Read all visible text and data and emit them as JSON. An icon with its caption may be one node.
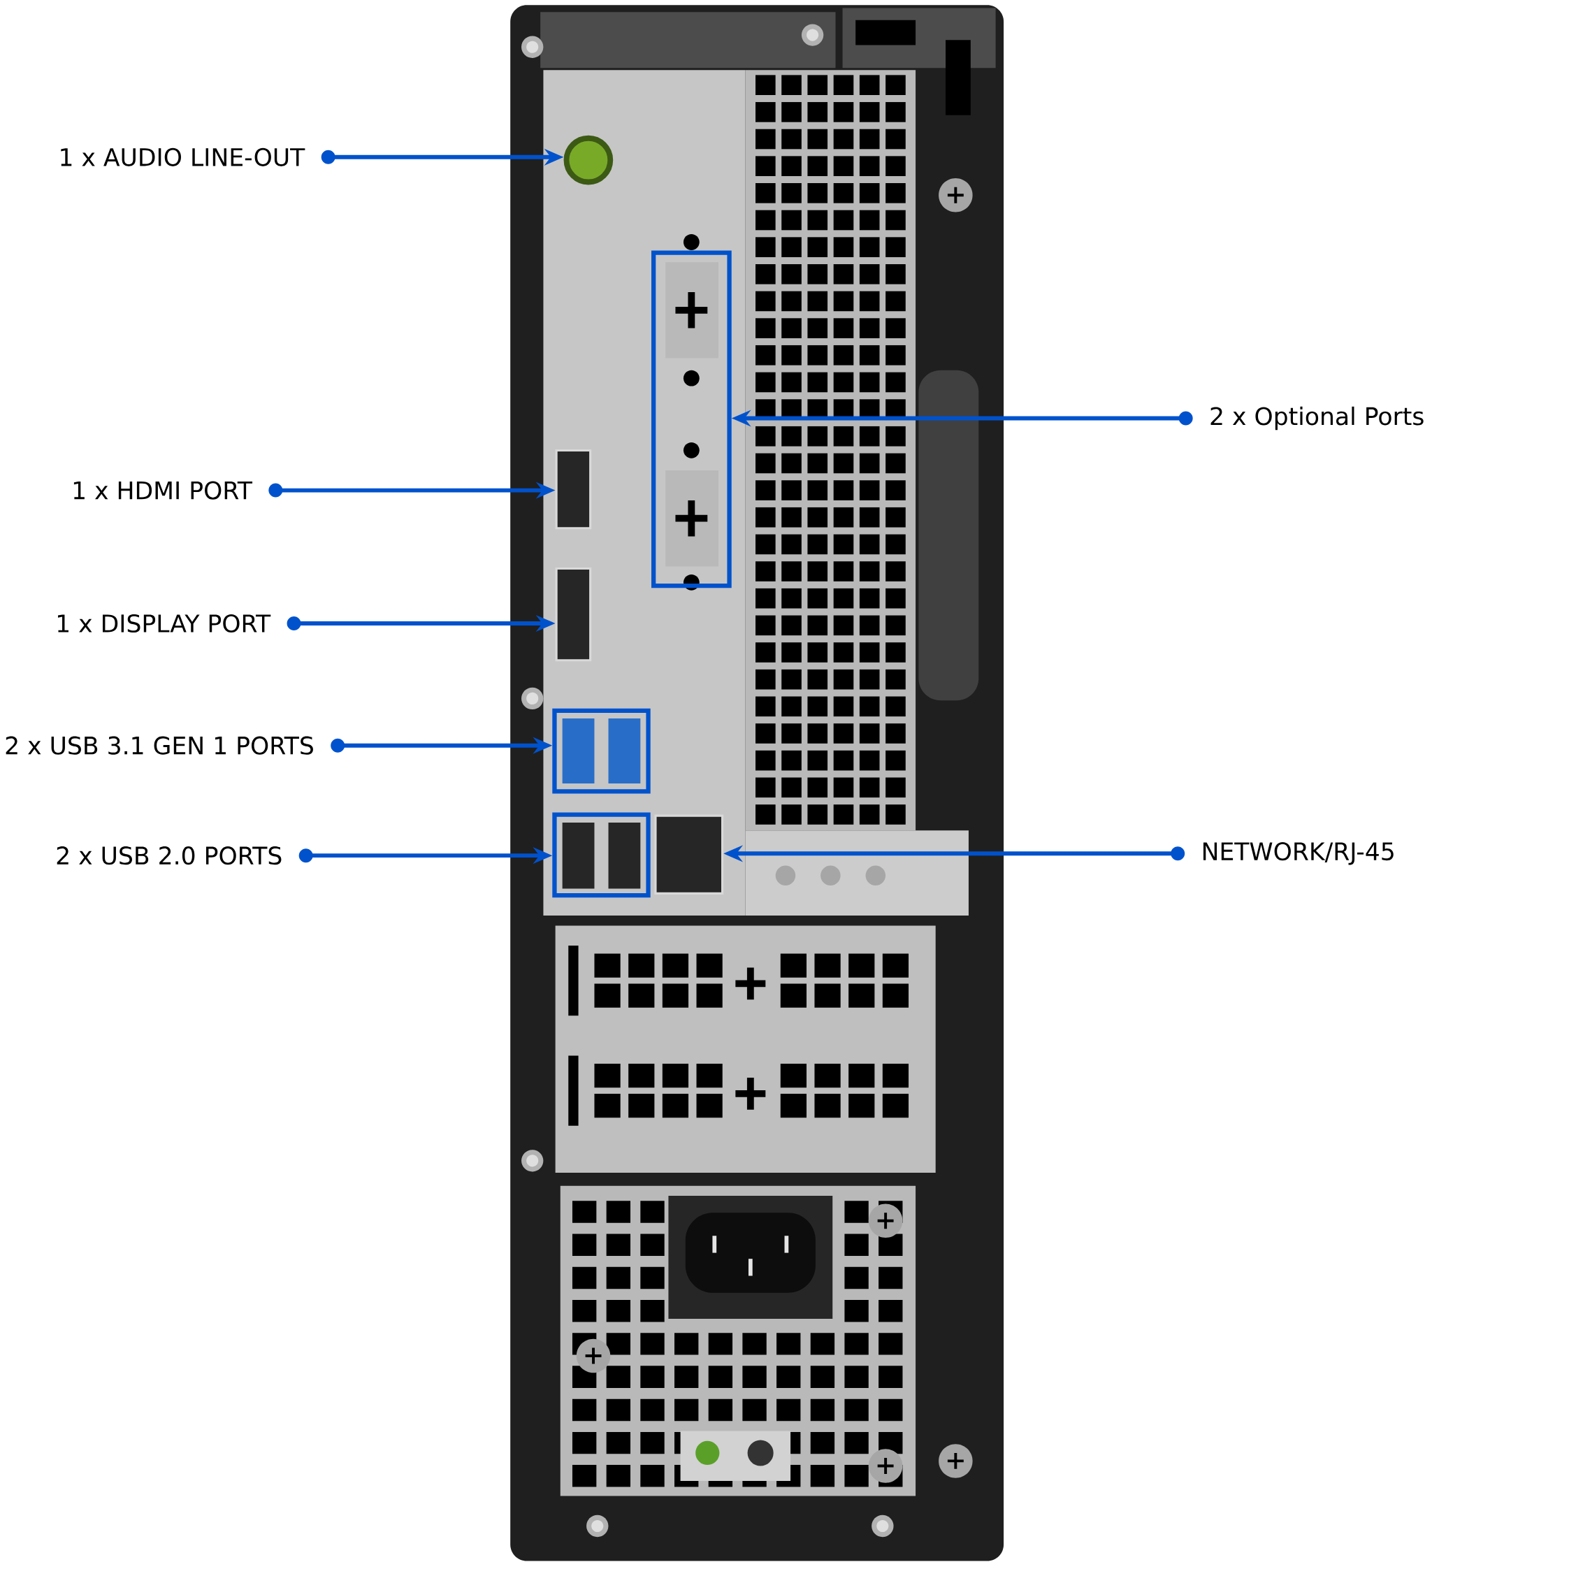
{
  "diagram": {
    "nodes": [
      {
        "text": [
          "1 x AUDIO LINE-OUT"
        ]
      },
      {
        "text": [
          "2 x Optional Ports"
        ]
      },
      {
        "text": [
          "1 x HDMI PORT"
        ]
      },
      {
        "text": [
          "1 x DISPLAY PORT"
        ]
      },
      {
        "text": [
          "2 x USB 3.1 GEN 1 PORTS"
        ]
      },
      {
        "text": [
          "2 x USB 2.0 PORTS"
        ]
      },
      {
        "text": [
          "NETWORK/RJ-45"
        ]
      },
      {
        "text": [],
        "shape": "circle"
      },
      {
        "text": [],
        "shape": "box"
      },
      {
        "text": [],
        "shape": "box"
      },
      {
        "text": [],
        "shape": "box"
      },
      {
        "text": [],
        "shape": "box"
      },
      {
        "text": [],
        "shape": "box"
      },
      {
        "text": [],
        "shape": "box"
      }
    ],
    "edges": [
      {
        "from": 0,
        "to": 7,
        "arrow": "to"
      },
      {
        "from": 1,
        "to": 8,
        "arrow": "to"
      },
      {
        "from": 2,
        "to": 9,
        "arrow": "to"
      },
      {
        "from": 3,
        "to": 10,
        "arrow": "to"
      },
      {
        "from": 4,
        "to": 11,
        "arrow": "to"
      },
      {
        "from": 5,
        "to": 12,
        "arrow": "to"
      },
      {
        "from": 6,
        "to": 13,
        "arrow": "to"
      }
    ]
  }
}
